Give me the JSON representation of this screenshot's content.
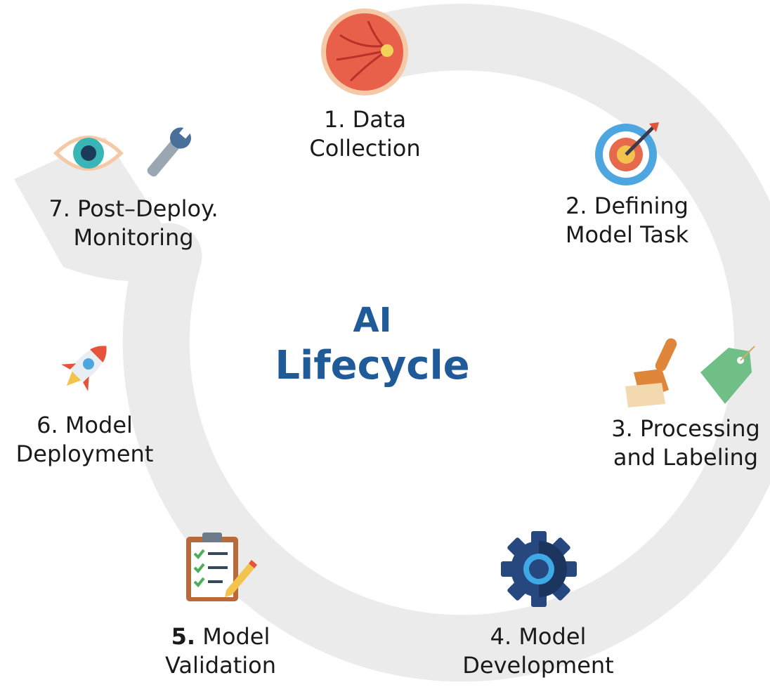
{
  "title": {
    "line1": "AI",
    "line2": "Lifecycle"
  },
  "stages": [
    {
      "line1": "1. Data",
      "line2": "Collection",
      "icon": "retina-icon"
    },
    {
      "line1": "2. Defining",
      "line2": "Model Task",
      "icon": "target-icon"
    },
    {
      "line1": "3. Processing",
      "line2": "and Labeling",
      "icon": "brush-tag-icon"
    },
    {
      "line1": "4. Model",
      "line2": "Development",
      "icon": "gear-icon"
    },
    {
      "number": "5.",
      "line1": " Model",
      "line2": "Validation",
      "icon": "checklist-icon"
    },
    {
      "line1": "6. Model",
      "line2": "Deployment",
      "icon": "rocket-icon"
    },
    {
      "line1": "7. Post–Deploy.",
      "line2": "Monitoring",
      "icon": "eye-wrench-icon"
    }
  ],
  "colors": {
    "title": "#1f5a99",
    "cycle_arrow": "#ebebeb",
    "text": "#1a1a1a"
  }
}
